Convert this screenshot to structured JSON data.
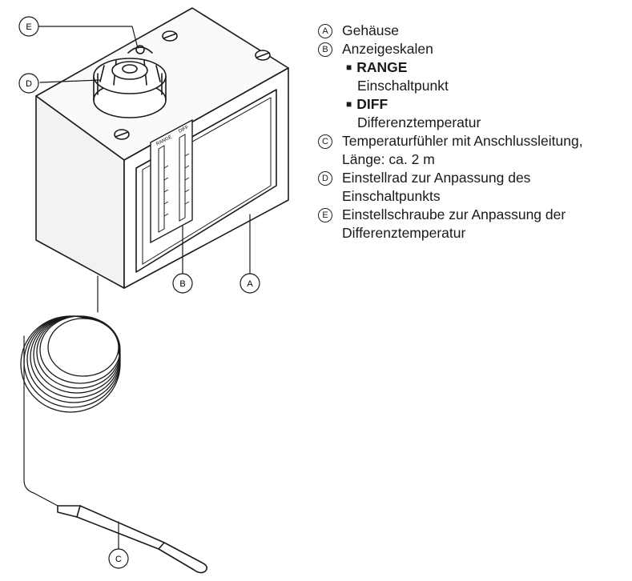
{
  "callouts": {
    "A": "A",
    "B": "B",
    "C": "C",
    "D": "D",
    "E": "E"
  },
  "scale_labels": {
    "range": "RANGE",
    "diff": "DIFF"
  },
  "legend": [
    {
      "letter": "A",
      "text": "Gehäuse"
    },
    {
      "letter": "B",
      "text": "Anzeigeskalen",
      "items": [
        {
          "title": "RANGE",
          "desc": "Einschaltpunkt"
        },
        {
          "title": "DIFF",
          "desc": "Differenztemperatur"
        }
      ]
    },
    {
      "letter": "C",
      "text": "Temperaturfühler mit Anschlussleitung, Länge: ca. 2 m"
    },
    {
      "letter": "D",
      "text": "Einstellrad zur Anpassung des Einschaltpunkts"
    },
    {
      "letter": "E",
      "text": "Einstellschraube zur Anpassung der Differenztemperatur"
    }
  ]
}
